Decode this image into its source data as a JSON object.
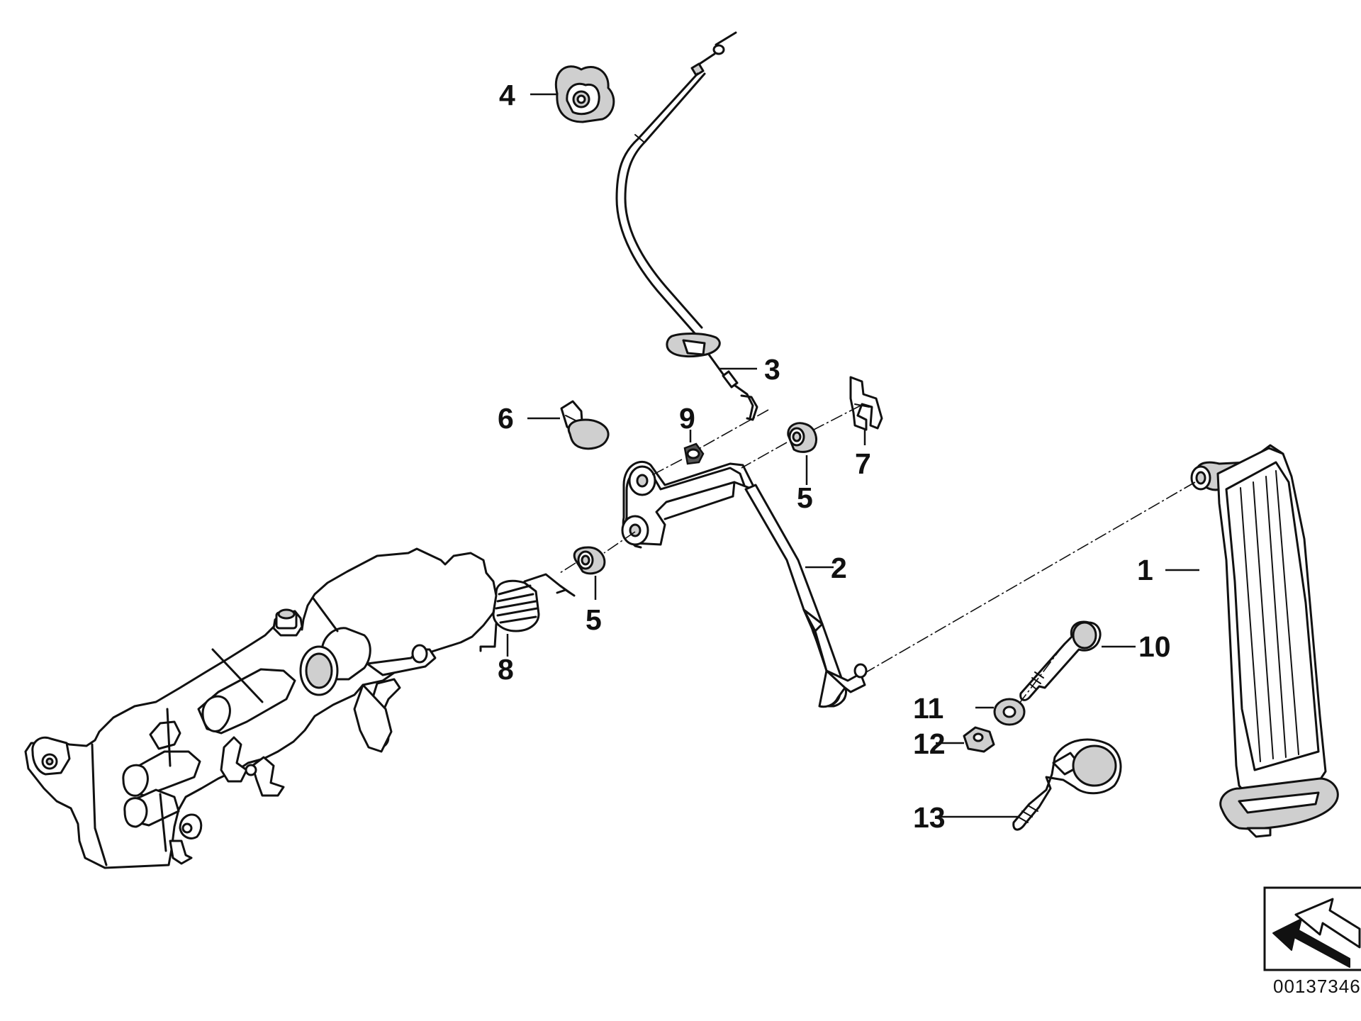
{
  "diagram": {
    "callouts": {
      "part1": "1",
      "part2": "2",
      "part3": "3",
      "part4": "4",
      "part5_upper": "5",
      "part5_lower": "5",
      "part6": "6",
      "part7": "7",
      "part8": "8",
      "part9": "9",
      "part10": "10",
      "part11": "11",
      "part12": "12",
      "part13": "13"
    },
    "document_number": "00137346",
    "orientation_icon": "arrow-icon"
  }
}
